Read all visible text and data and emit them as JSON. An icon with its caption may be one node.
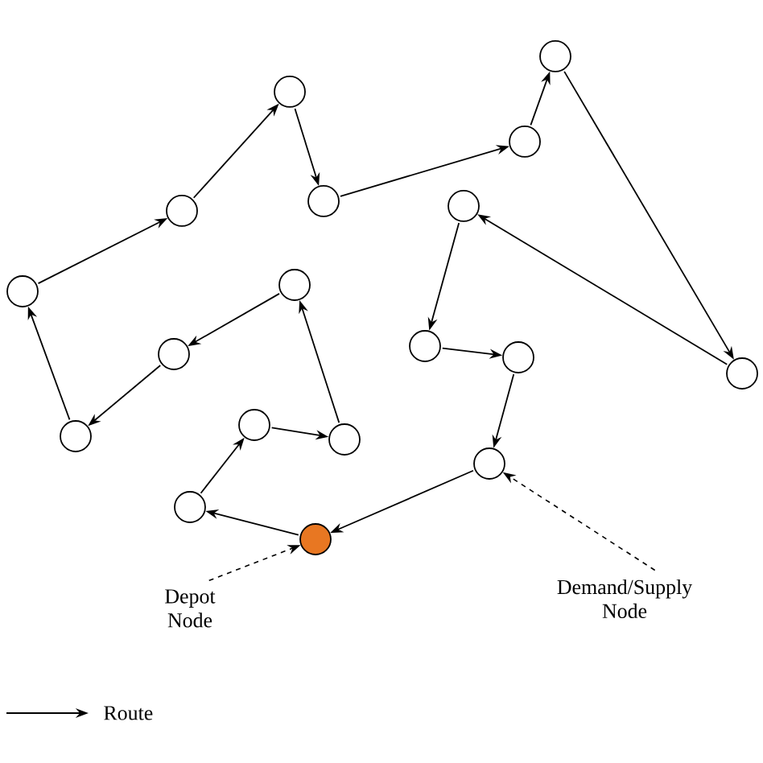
{
  "diagram": {
    "nodes": [
      {
        "text": [],
        "shape": "circle"
      },
      {
        "text": [],
        "shape": "circle"
      },
      {
        "text": [],
        "shape": "circle"
      },
      {
        "text": [],
        "shape": "circle"
      },
      {
        "text": [],
        "shape": "circle"
      },
      {
        "text": [],
        "shape": "circle"
      },
      {
        "text": [],
        "shape": "circle"
      },
      {
        "text": [],
        "shape": "circle"
      },
      {
        "text": [],
        "shape": "circle"
      },
      {
        "text": [],
        "shape": "circle"
      },
      {
        "text": [],
        "shape": "circle"
      },
      {
        "text": [],
        "shape": "circle"
      },
      {
        "text": [],
        "shape": "circle"
      },
      {
        "text": [],
        "shape": "circle"
      },
      {
        "text": [],
        "shape": "circle"
      },
      {
        "text": [],
        "shape": "circle"
      },
      {
        "text": [],
        "shape": "circle"
      },
      {
        "text": [],
        "shape": "circle"
      },
      {
        "text": [
          "Depot Node"
        ]
      },
      {
        "text": [
          "Demand/Supply Node"
        ]
      }
    ],
    "edges": [
      {
        "from": 0,
        "to": 1,
        "arrow": "to"
      },
      {
        "from": 1,
        "to": 2,
        "arrow": "to"
      },
      {
        "from": 2,
        "to": 3,
        "arrow": "to"
      },
      {
        "from": 3,
        "to": 4,
        "arrow": "to"
      },
      {
        "from": 4,
        "to": 5,
        "arrow": "to"
      },
      {
        "from": 5,
        "to": 6,
        "arrow": "to"
      },
      {
        "from": 6,
        "to": 7,
        "arrow": "to"
      },
      {
        "from": 7,
        "to": 8,
        "arrow": "to"
      },
      {
        "from": 8,
        "to": 9,
        "arrow": "to"
      },
      {
        "from": 9,
        "to": 10,
        "arrow": "to"
      },
      {
        "from": 10,
        "to": 11,
        "arrow": "to"
      },
      {
        "from": 11,
        "to": 12,
        "arrow": "to"
      },
      {
        "from": 12,
        "to": 13,
        "arrow": "to"
      },
      {
        "from": 13,
        "to": 14,
        "arrow": "to"
      },
      {
        "from": 14,
        "to": 15,
        "arrow": "to"
      },
      {
        "from": 15,
        "to": 16,
        "arrow": "to"
      },
      {
        "from": 16,
        "to": 17,
        "arrow": "to"
      },
      {
        "from": 17,
        "to": 0,
        "arrow": "to"
      },
      {
        "from": 18,
        "to": 0,
        "arrow": "to",
        "style": "dashed"
      },
      {
        "from": 19,
        "to": 17,
        "arrow": "to",
        "style": "dashed"
      }
    ],
    "legend": [
      {
        "text": "Route"
      }
    ]
  }
}
